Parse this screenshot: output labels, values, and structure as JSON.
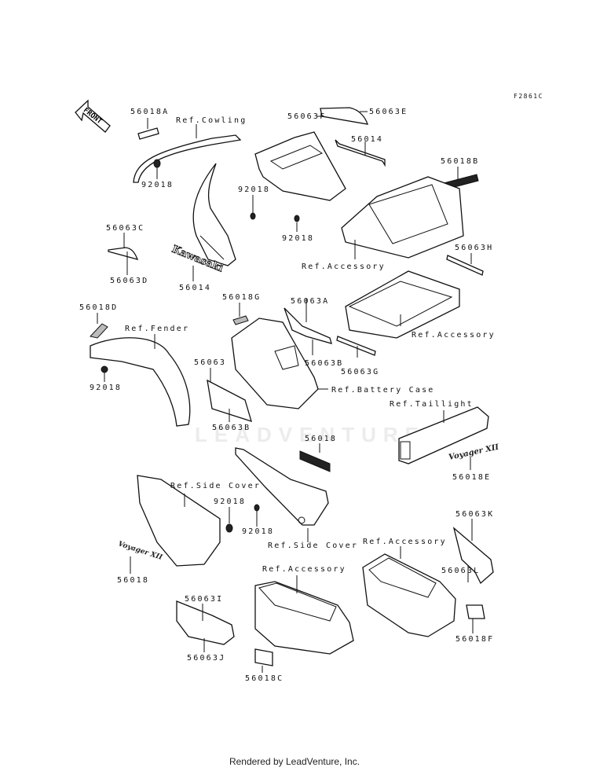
{
  "figure_id": "F2861C",
  "front_arrow": "FRONT",
  "watermark": "LEADVENTURE",
  "footer": "Rendered by LeadVenture, Inc.",
  "labels": {
    "p56018A": "56018A",
    "ref_cowling": "Ref.Cowling",
    "p92018_a": "92018",
    "p56063F": "56063F",
    "p56063E": "56063E",
    "p56014_a": "56014",
    "p56018B": "56018B",
    "p56063C": "56063C",
    "p56063D": "56063D",
    "p56014_b": "56014",
    "p92018_b": "92018",
    "p92018_c": "92018",
    "ref_accessory_a": "Ref.Accessory",
    "p56063H": "56063H",
    "p56018D": "56018D",
    "ref_fender": "Ref.Fender",
    "p92018_d": "92018",
    "p56018G": "56018G",
    "p56063A": "56063A",
    "p56063B_a": "56063B",
    "p56063G": "56063G",
    "ref_accessory_b": "Ref.Accessory",
    "p56063": "56063",
    "p56063B_b": "56063B",
    "ref_battery_case": "Ref.Battery Case",
    "ref_taillight": "Ref.Taillight",
    "p56018_a": "56018",
    "p56018E": "56018E",
    "ref_side_cover_a": "Ref.Side Cover",
    "p92018_e": "92018",
    "p92018_f": "92018",
    "ref_side_cover_b": "Ref.Side Cover",
    "p56063K": "56063K",
    "ref_accessory_c": "Ref.Accessory",
    "p56018_b": "56018",
    "ref_accessory_d": "Ref.Accessory",
    "p56063L": "56063L",
    "p56063I": "56063I",
    "p56063J": "56063J",
    "p56018C": "56018C",
    "p56018F": "56018F"
  },
  "decals": {
    "kawasaki_text": "Kawasaki",
    "voyager_text": "Voyager XII"
  }
}
